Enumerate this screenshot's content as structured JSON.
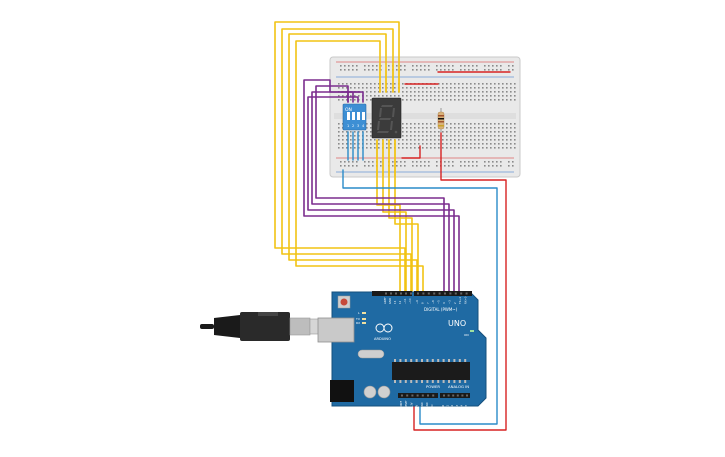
{
  "dip_switch": {
    "label_on": "ON",
    "numbers": [
      "1",
      "2",
      "3",
      "4"
    ]
  },
  "arduino": {
    "brand": "ARDUINO",
    "model": "UNO",
    "digital_label": "DIGITAL (PWM~)",
    "power_label": "POWER",
    "analog_label": "ANALOG IN",
    "led_labels": [
      "L",
      "TX",
      "RX"
    ],
    "on_label": "ON",
    "top_pin_labels": [
      "AREF",
      "GND",
      "13",
      "12",
      "~11",
      "~10",
      "~9",
      "8",
      "7",
      "~6",
      "~5",
      "4",
      "~3",
      "2",
      "TX→1",
      "RX←0"
    ],
    "power_pin_labels": [
      "IOREF",
      "RESET",
      "3.3V",
      "5V",
      "GND",
      "GND",
      "Vin"
    ],
    "analog_pin_labels": [
      "A0",
      "A1",
      "A2",
      "A3",
      "A4",
      "A5"
    ]
  },
  "colors": {
    "wire_yellow": "#f2c313",
    "wire_purple": "#7b2d8e",
    "wire_red": "#d72222",
    "wire_blue": "#2a8bc9",
    "dip_blue": "#3d8fd4",
    "board_blue": "#1f6aa3",
    "breadboard": "#ececec"
  }
}
